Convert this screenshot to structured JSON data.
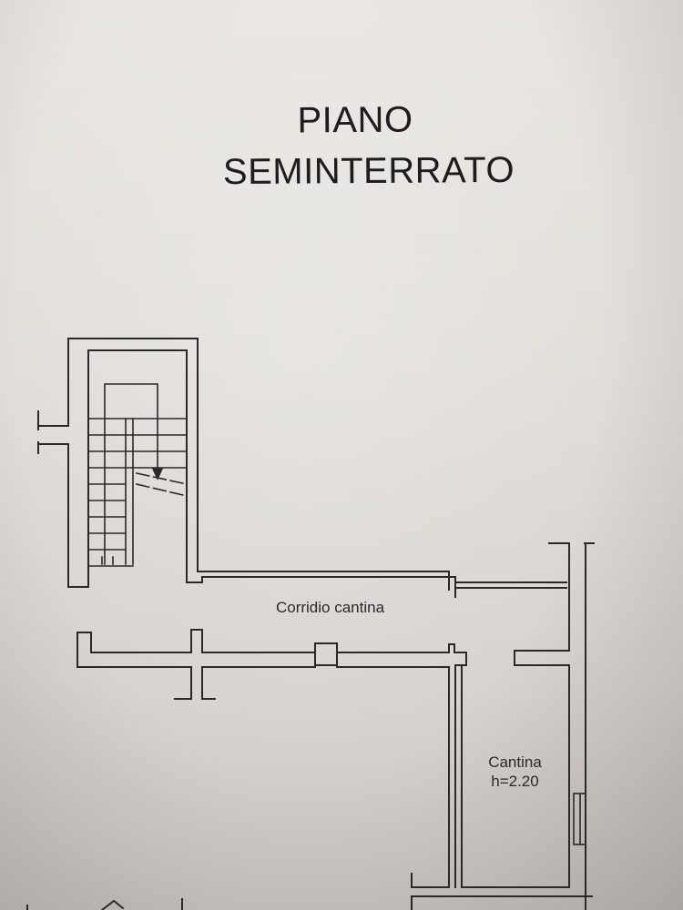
{
  "drawing": {
    "title_line1": "PIANO",
    "title_line2": "SEMINTERRATO",
    "rooms": [
      {
        "name": "Corridio cantina"
      },
      {
        "name": "Cantina",
        "height": "h=2.20"
      }
    ],
    "elements": [
      "staircase",
      "stair-direction-arrow",
      "doorway-openings",
      "column",
      "window"
    ],
    "colors": {
      "paper": "#e4e1dd",
      "ink": "#2b2828"
    }
  }
}
